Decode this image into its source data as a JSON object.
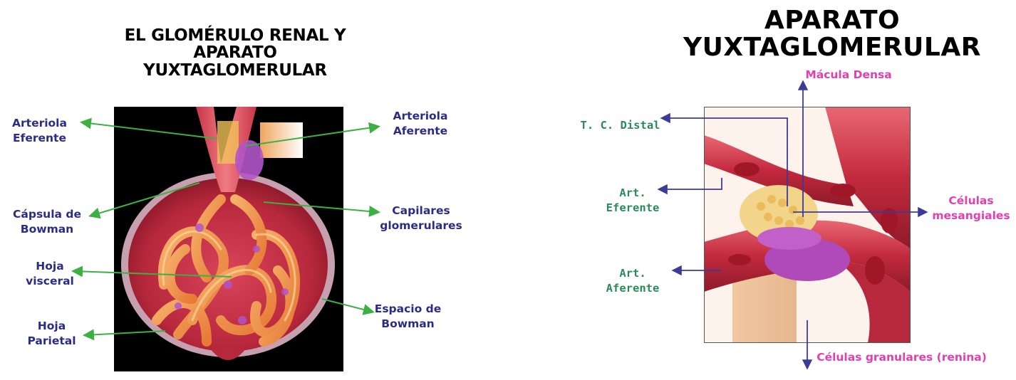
{
  "left": {
    "title": "EL GLOMÉRULO RENAL Y\nAPARATO\nYUXTAGLOMERULAR",
    "labels": {
      "arteriola_eferente": "Arteriola\nEferente",
      "arteriola_aferente": "Arteriola\nAferente",
      "capsula_bowman": "Cápsula de\nBowman",
      "capilares": "Capilares\nglomerulares",
      "hoja_visceral": "Hoja\nvisceral",
      "espacio_bowman": "Espacio de\nBowman",
      "hoja_parietal": "Hoja\nParietal"
    },
    "colors": {
      "label": "#2c2c86",
      "line": "#3cb043",
      "background": "#000000"
    }
  },
  "right": {
    "title": "APARATO\nYUXTAGLOMERULAR",
    "labels": {
      "macula_densa": "Mácula Densa",
      "tc_distal": "T. C. Distal",
      "art_eferente": "Art.\nEferente",
      "celulas_mesangiales": "Células\nmesangiales",
      "art_aferente": "Art.\nAferente",
      "celulas_granulares": "Células granulares (renina)"
    },
    "colors": {
      "green_label": "#2a8a5a",
      "pink_label": "#e040b0",
      "arrow": "#3b3b9a"
    }
  }
}
